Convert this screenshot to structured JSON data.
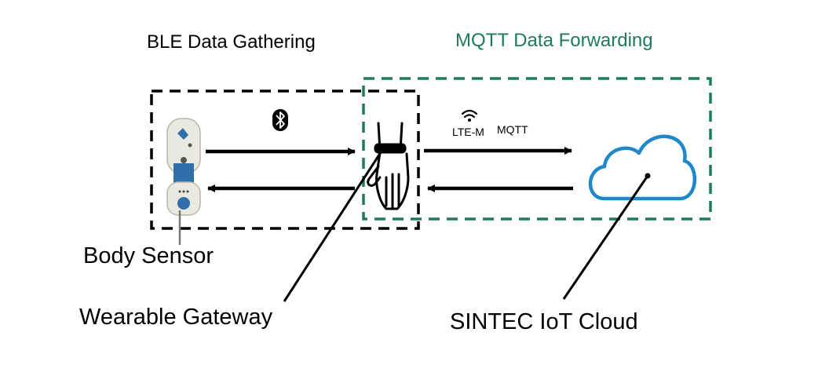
{
  "groups": {
    "ble": {
      "title": "BLE Data Gathering",
      "color": "#000000"
    },
    "mqtt": {
      "title": "MQTT Data Forwarding",
      "color": "#1e7b5a"
    }
  },
  "components": {
    "body_sensor": {
      "label": "Body Sensor"
    },
    "wearable_gateway": {
      "label": "Wearable Gateway"
    },
    "cloud": {
      "label": "SINTEC IoT Cloud",
      "color": "#1f88c9"
    }
  },
  "link_labels": {
    "cellular": "LTE-M",
    "protocol": "MQTT"
  },
  "icons": [
    "bluetooth-icon",
    "wifi-signal-icon",
    "hand-wearable-icon",
    "cloud-icon",
    "body-sensor-device-icon"
  ]
}
